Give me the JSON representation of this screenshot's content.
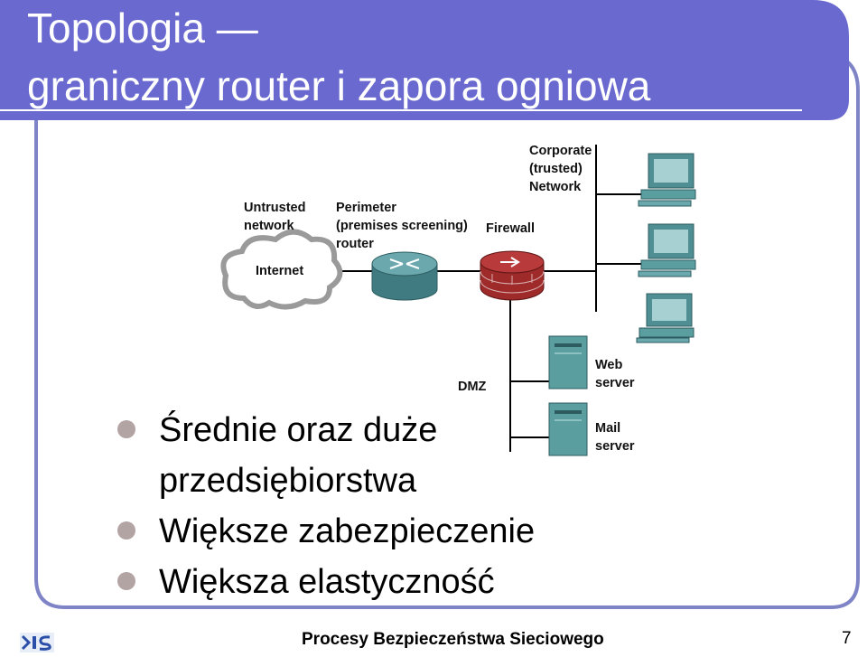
{
  "slide": {
    "title_line1": "Topologia —",
    "title_line2": "graniczny router i zapora ogniowa",
    "bullets": [
      "Średnie oraz duże przedsiębiorstwa",
      "Większe zabezpieczenie",
      "Większa elastyczność"
    ],
    "footer": "Procesy Bezpieczeństwa Sieciowego",
    "page_number": "7"
  },
  "diagram": {
    "untrusted_line1": "Untrusted",
    "untrusted_line2": "network",
    "perimeter_line1": "Perimeter",
    "perimeter_line2": "(premises screening)",
    "perimeter_line3": "router",
    "firewall": "Firewall",
    "corporate_line1": "Corporate",
    "corporate_line2": "(trusted)",
    "corporate_line3": "Network",
    "internet": "Internet",
    "dmz": "DMZ",
    "web_line1": "Web",
    "web_line2": "server",
    "mail_line1": "Mail",
    "mail_line2": "server"
  },
  "colors": {
    "title_band": "#6969cf",
    "frame_border": "#7f84c6",
    "bullet": "#b2a4a3",
    "router": "#4f8f94",
    "firewall": "#9e2a2a",
    "device": "#5a9ea0"
  }
}
